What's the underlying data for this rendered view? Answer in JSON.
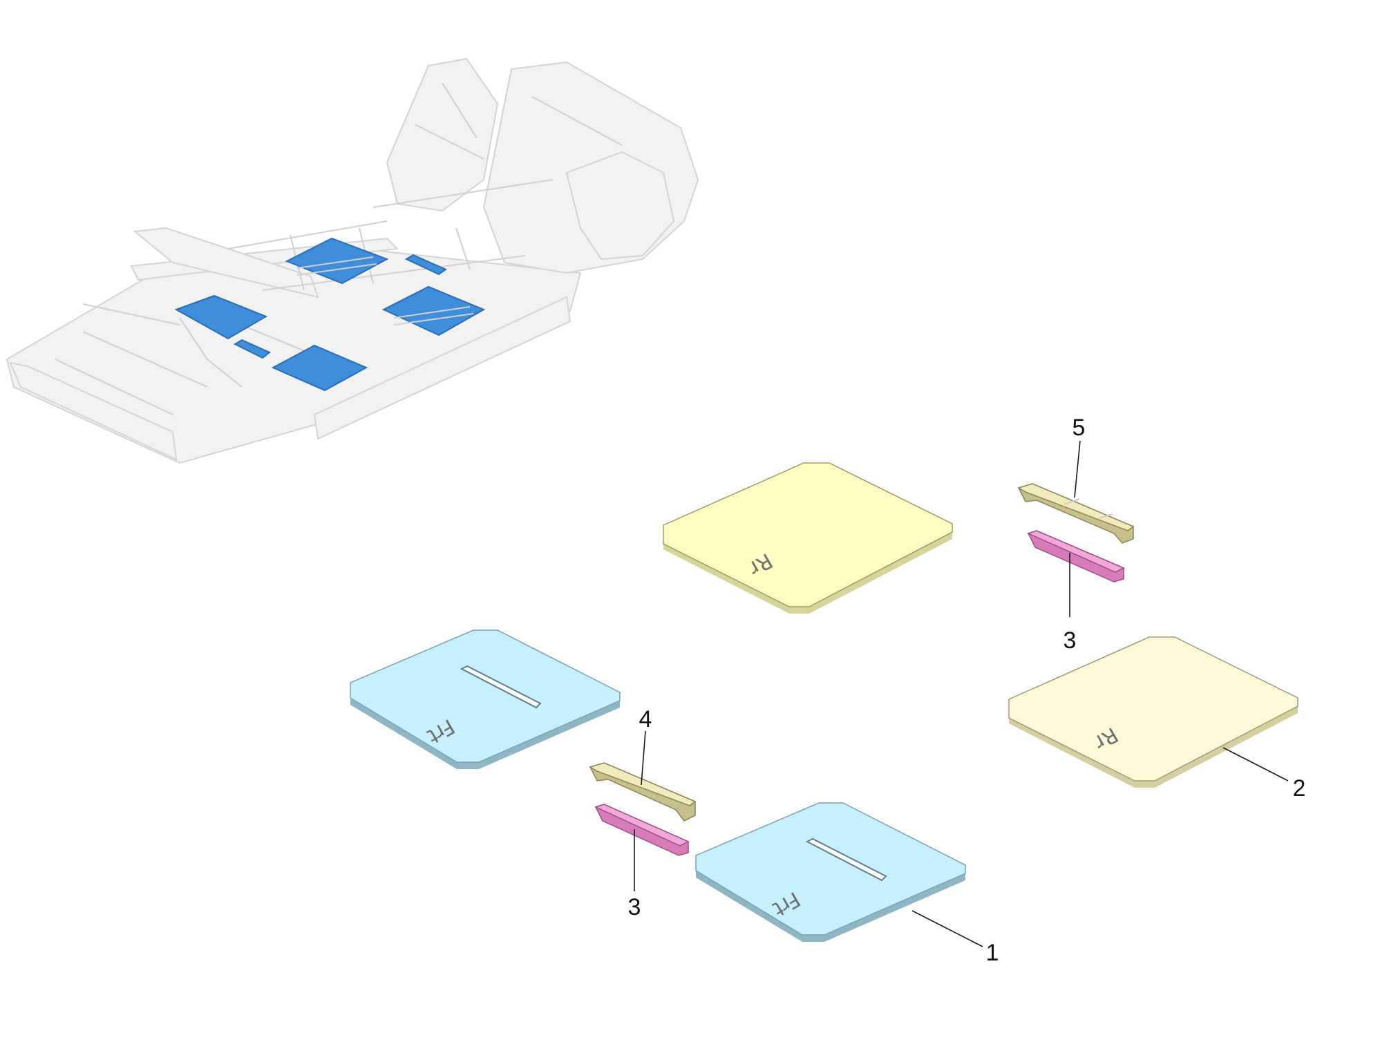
{
  "colors": {
    "highlight": "#3f8edb",
    "front_pad": "#c6f0fb",
    "rear_pad": "#fdfdc1",
    "rear_pad_alt": "#fcfad8",
    "spacer_upper": "#f1ecbe",
    "spacer_lower": "#f2a8d9",
    "body_gray": "#f0f0f0"
  },
  "parts": {
    "part_1": {
      "callout": "1",
      "marking": "Frt"
    },
    "part_2": {
      "callout": "2",
      "marking": "Rr"
    },
    "part_3_rear": {
      "callout": "3"
    },
    "part_3_front": {
      "callout": "3"
    },
    "part_4": {
      "callout": "4"
    },
    "part_5": {
      "callout": "5"
    },
    "front_left_pad": {
      "marking": "Frt"
    },
    "rear_left_pad": {
      "marking": "Rr"
    }
  }
}
